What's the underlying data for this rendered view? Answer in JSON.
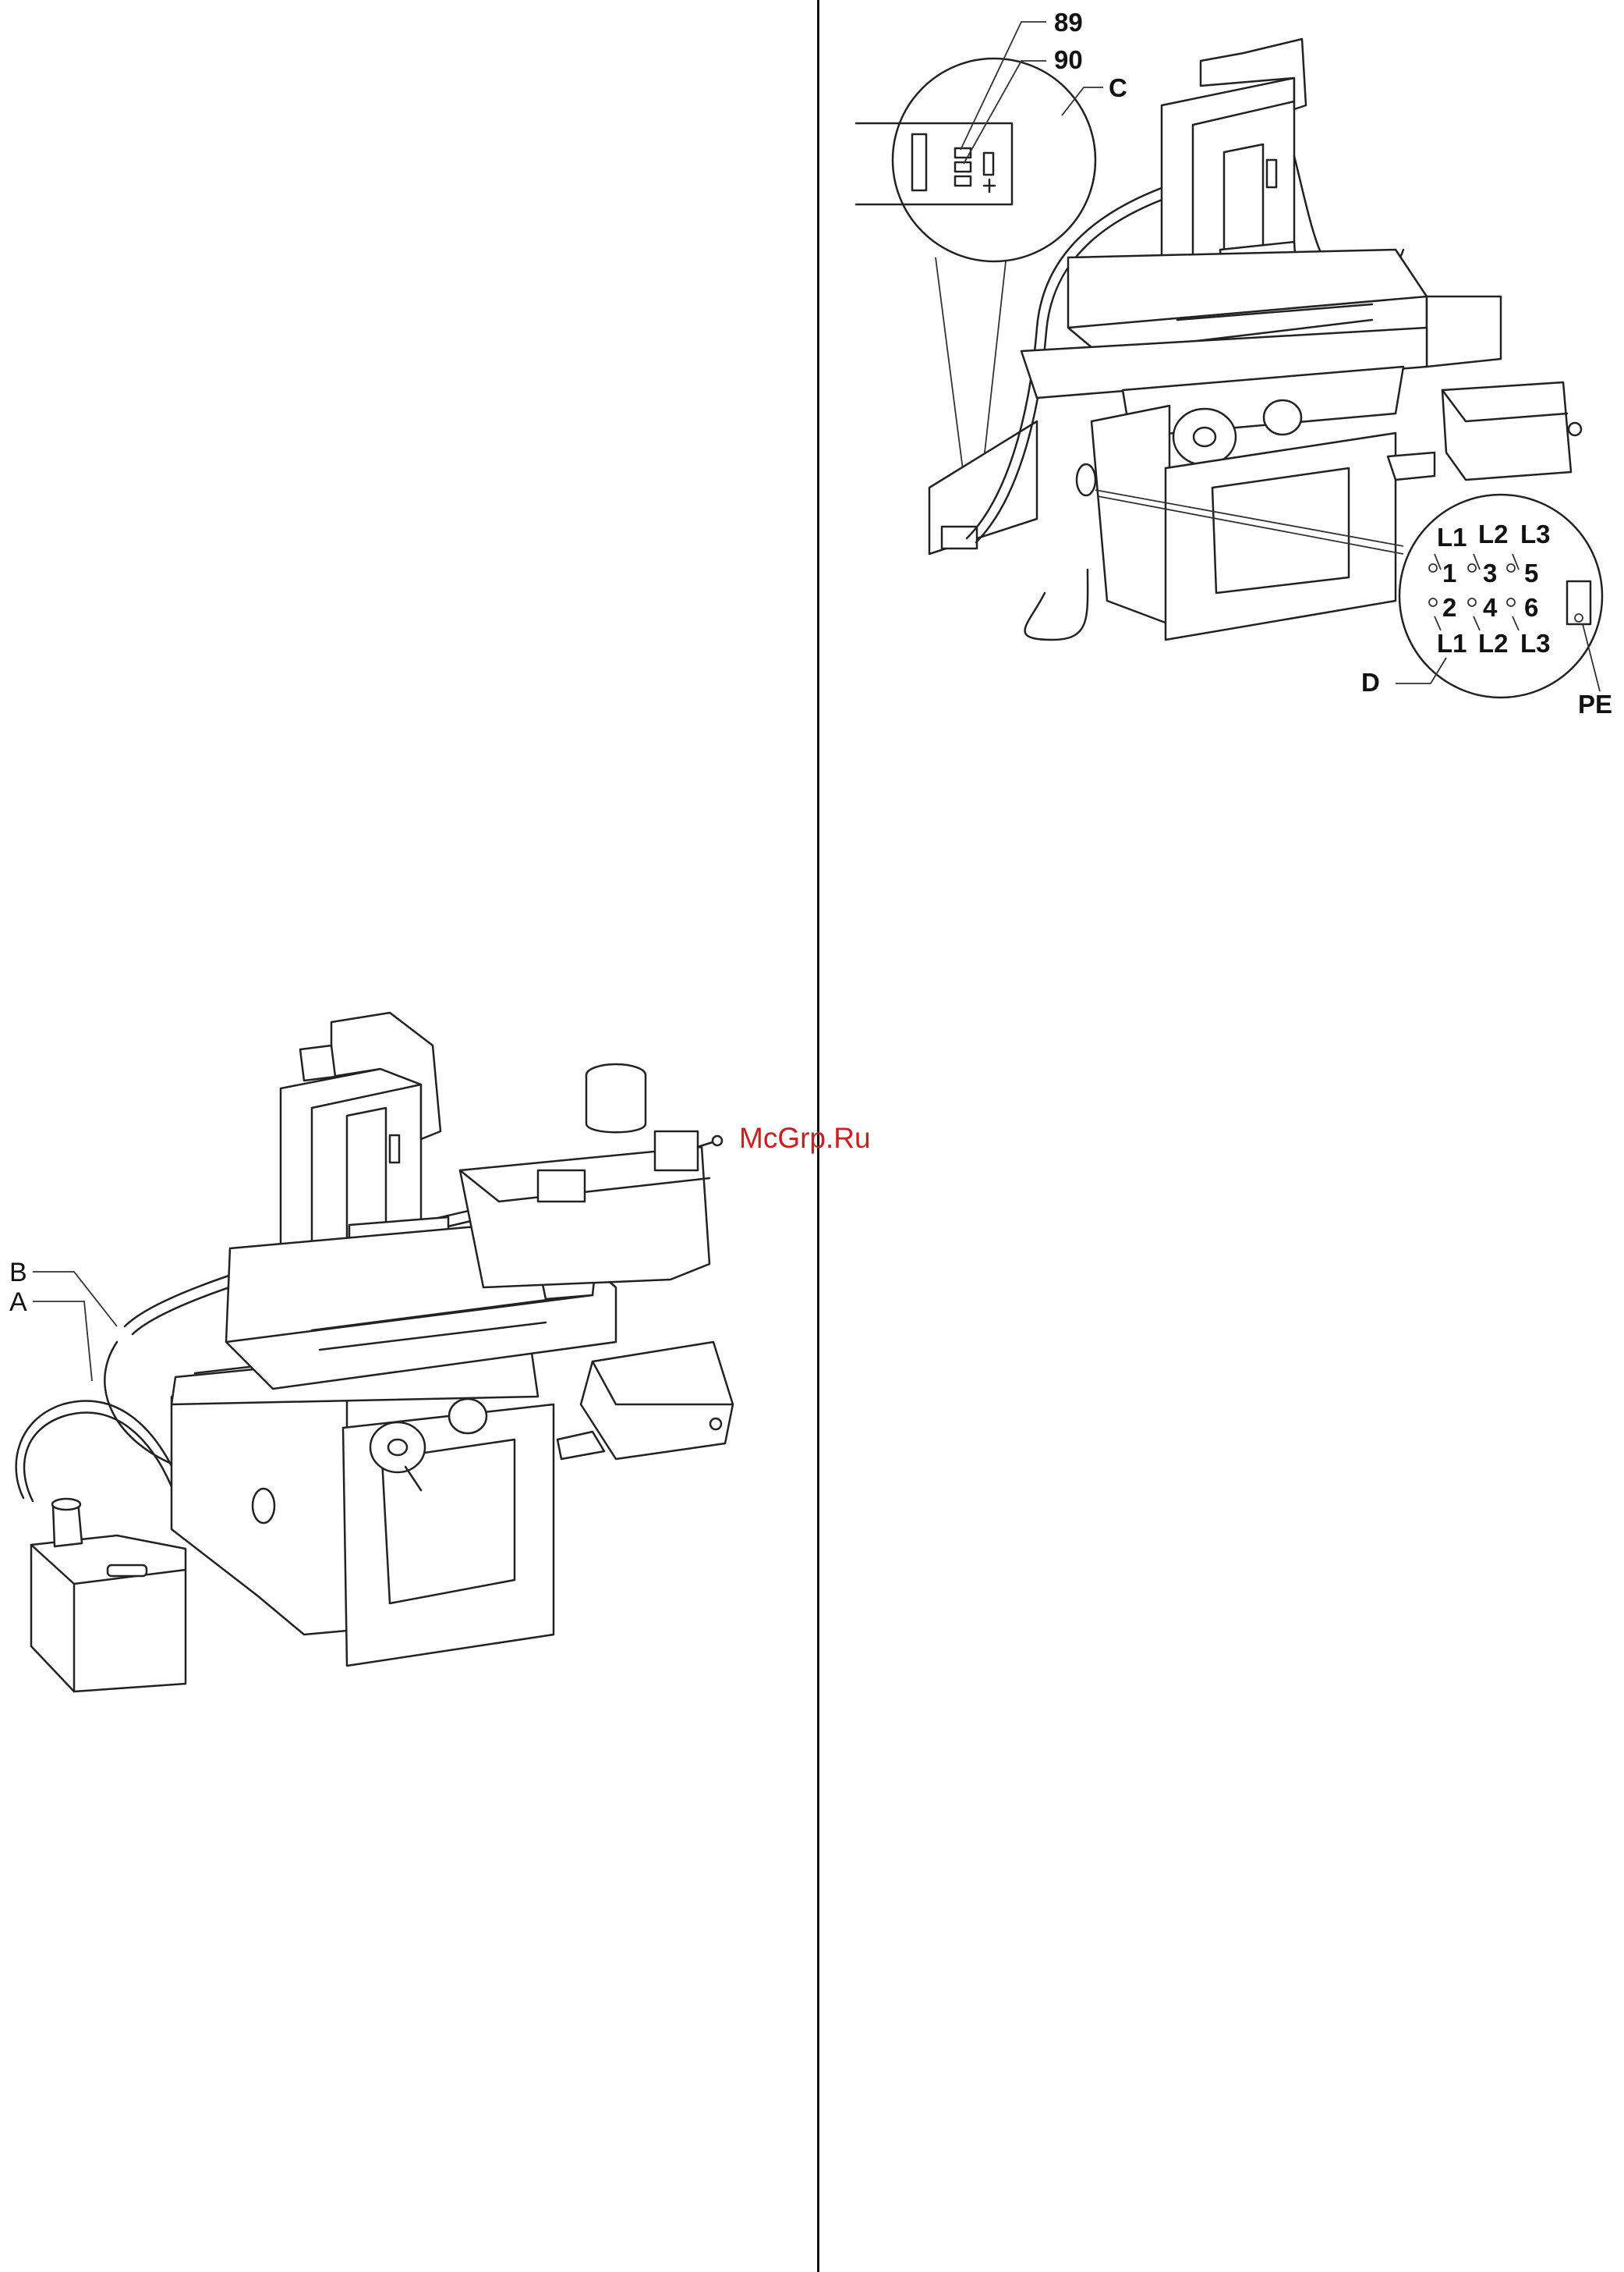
{
  "watermark": "McGrp.Ru",
  "colors": {
    "line": "#222222",
    "watermark": "#cc1e1e",
    "background": "#ffffff"
  },
  "left_figure": {
    "labels": {
      "a": "A",
      "b": "B"
    }
  },
  "right_figure": {
    "callouts": {
      "c": "C",
      "d": "D",
      "pe": "PE",
      "n89": "89",
      "n90": "90"
    },
    "terminal_block": {
      "top_row": [
        "L1",
        "L2",
        "L3"
      ],
      "row1": [
        "1",
        "3",
        "5"
      ],
      "row2": [
        "2",
        "4",
        "6"
      ],
      "bottom_row": [
        "L1",
        "L2",
        "L3"
      ]
    }
  }
}
